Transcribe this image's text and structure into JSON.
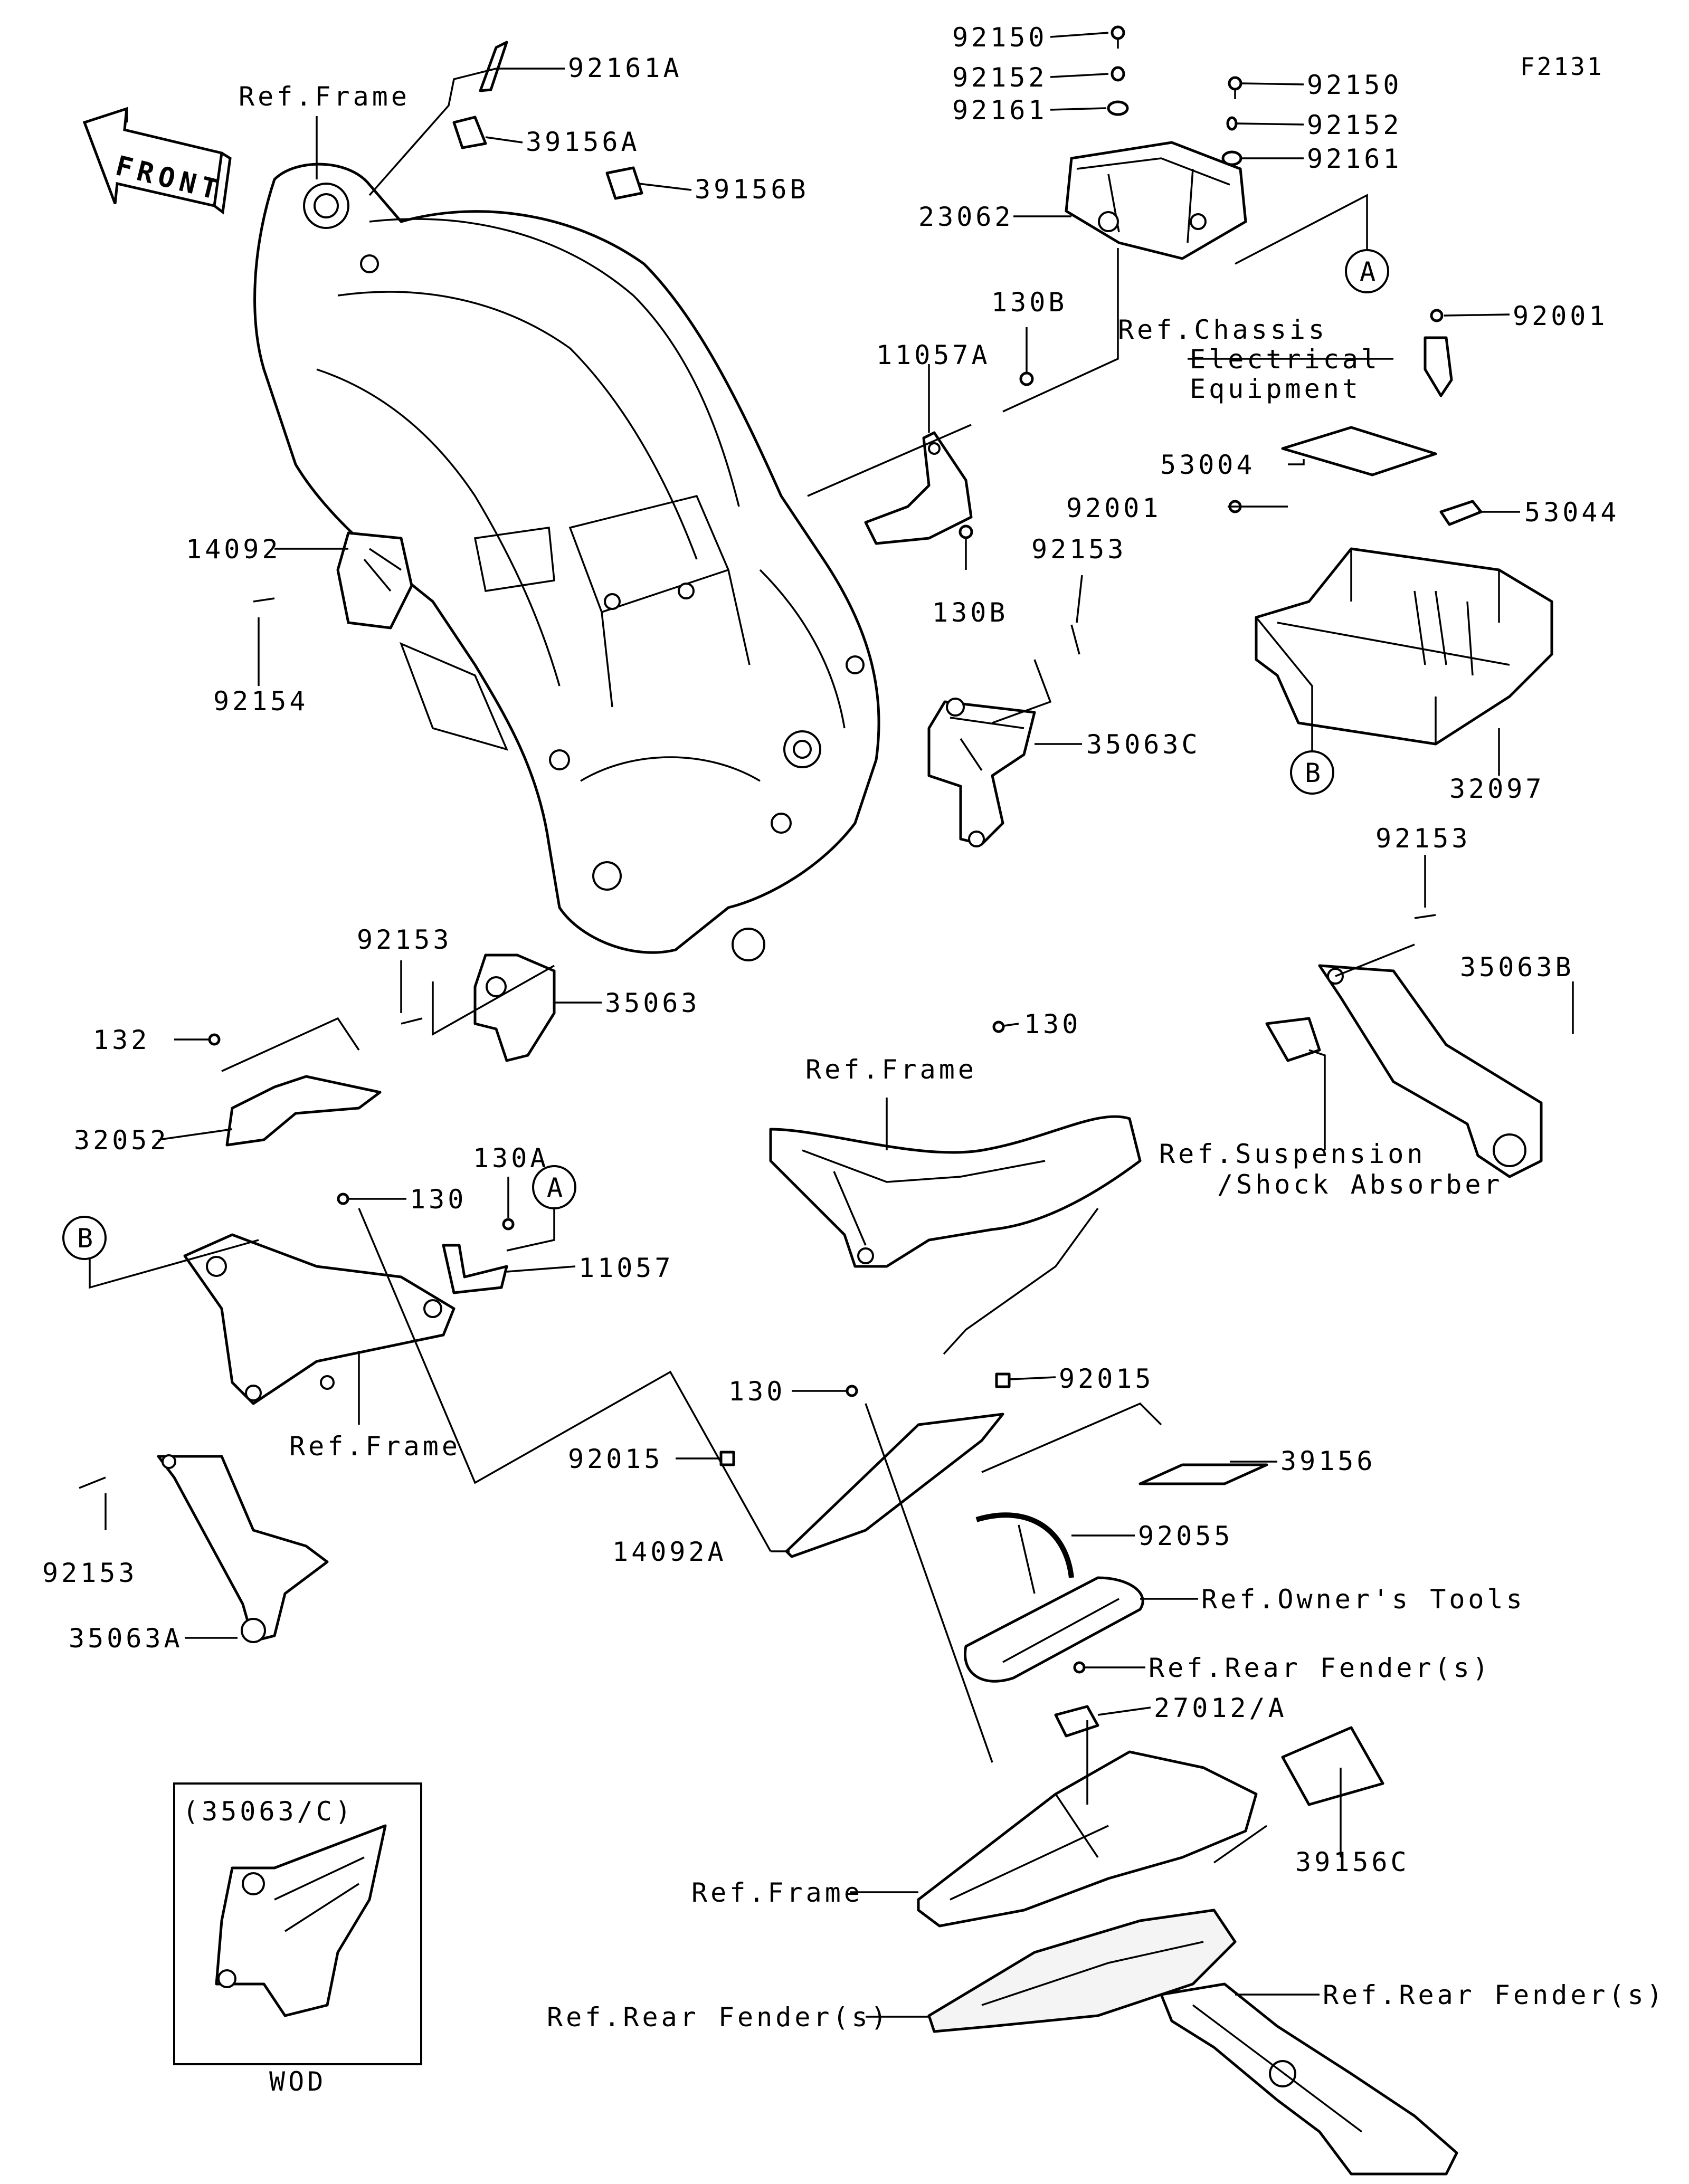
{
  "diagram_code": "F2131",
  "front_arrow_label": "FRONT",
  "callouts": {
    "A": "A",
    "B": "B"
  },
  "labels": {
    "p92161A": "92161A",
    "p39156A": "39156A",
    "p39156B": "39156B",
    "ref_frame_top": "Ref.Frame",
    "p92150a": "92150",
    "p92152a": "92152",
    "p92161a": "92161",
    "p92150b": "92150",
    "p92152b": "92152",
    "p92161b": "92161",
    "p23062": "23062",
    "p130B_top": "130B",
    "p11057A": "11057A",
    "ref_chassis_1": "Ref.Chassis",
    "ref_chassis_2": "Electrical",
    "ref_chassis_3": "Equipment",
    "p92001a": "92001",
    "p53004": "53004",
    "p92001b": "92001",
    "p53044": "53044",
    "p14092": "14092",
    "p130B_bot": "130B",
    "p92153_mid": "92153",
    "p92154": "92154",
    "p35063C": "35063C",
    "p32097": "32097",
    "p92153_right": "92153",
    "p35063B": "35063B",
    "p92153_left": "92153",
    "p35063": "35063",
    "p132": "132",
    "p130_mid": "130",
    "ref_frame_mid": "Ref.Frame",
    "p32052": "32052",
    "p130A": "130A",
    "ref_suspension_1": "Ref.Suspension",
    "ref_suspension_2": "/Shock Absorber",
    "p130_left": "130",
    "p11057": "11057",
    "p92015_right": "92015",
    "ref_frame_left": "Ref.Frame",
    "p130_bot": "130",
    "p39156": "39156",
    "p92015_left": "92015",
    "p92153_bot": "92153",
    "p92055": "92055",
    "p14092A": "14092A",
    "ref_owners_tools": "Ref.Owner's Tools",
    "p35063A": "35063A",
    "ref_rear_fender_1": "Ref.Rear Fender(s)",
    "p27012A": "27012/A",
    "p39156C": "39156C",
    "ref_frame_bottom": "Ref.Frame",
    "ref_rear_fender_2": "Ref.Rear Fender(s)",
    "ref_rear_fender_3": "Ref.Rear Fender(s)"
  },
  "inset": {
    "title": "(35063/C)",
    "caption": "WOD"
  }
}
